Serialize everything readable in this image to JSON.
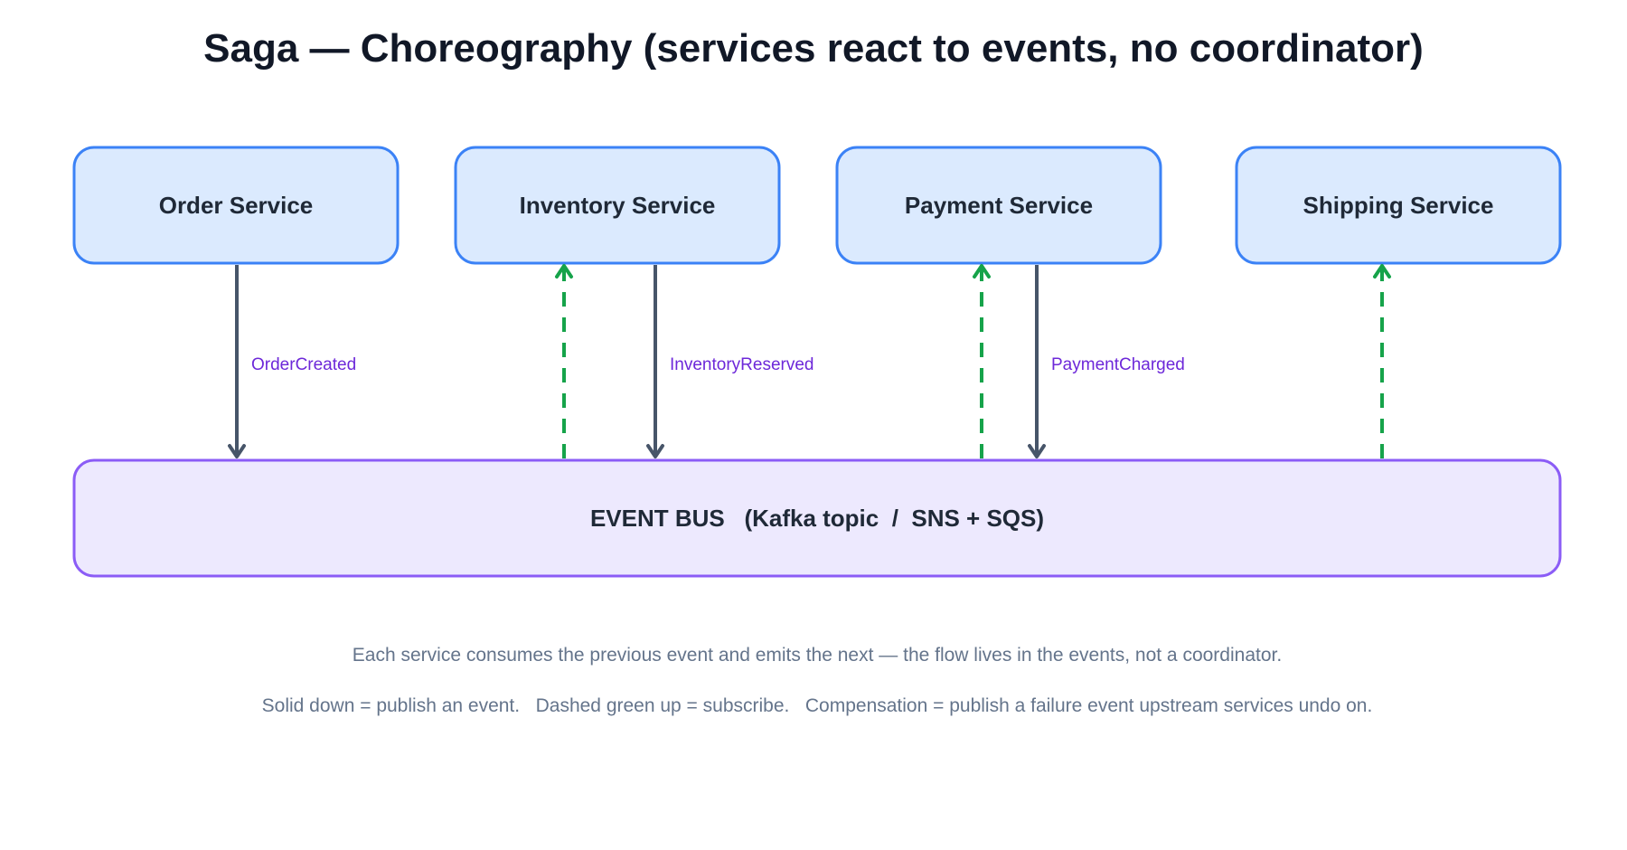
{
  "title": "Saga — Choreography (services react to events, no coordinator)",
  "services": [
    {
      "id": "order",
      "label": "Order Service"
    },
    {
      "id": "inventory",
      "label": "Inventory Service"
    },
    {
      "id": "payment",
      "label": "Payment Service"
    },
    {
      "id": "shipping",
      "label": "Shipping Service"
    }
  ],
  "event_bus": {
    "label": "EVENT BUS   (Kafka topic  /  SNS + SQS)"
  },
  "publish_edges": [
    {
      "from": "order",
      "to": "event_bus",
      "label": "OrderCreated"
    },
    {
      "from": "inventory",
      "to": "event_bus",
      "label": "InventoryReserved"
    },
    {
      "from": "payment",
      "to": "event_bus",
      "label": "PaymentCharged"
    }
  ],
  "subscribe_edges": [
    {
      "from": "event_bus",
      "to": "inventory"
    },
    {
      "from": "event_bus",
      "to": "payment"
    },
    {
      "from": "event_bus",
      "to": "shipping"
    }
  ],
  "notes": {
    "line1": "Each service consumes the previous event and emits the next — the flow lives in the events, not a coordinator.",
    "line2": "Solid down = publish an event.   Dashed green up = subscribe.   Compensation = publish a failure event upstream services undo on."
  },
  "colors": {
    "service_fill": "#dbeafe",
    "service_stroke": "#3b82f6",
    "bus_fill": "#ede9fe",
    "bus_stroke": "#8b5cf6",
    "publish": "#475569",
    "subscribe": "#16a34a",
    "event_label": "#6d28d9",
    "note_text": "#64748b"
  }
}
